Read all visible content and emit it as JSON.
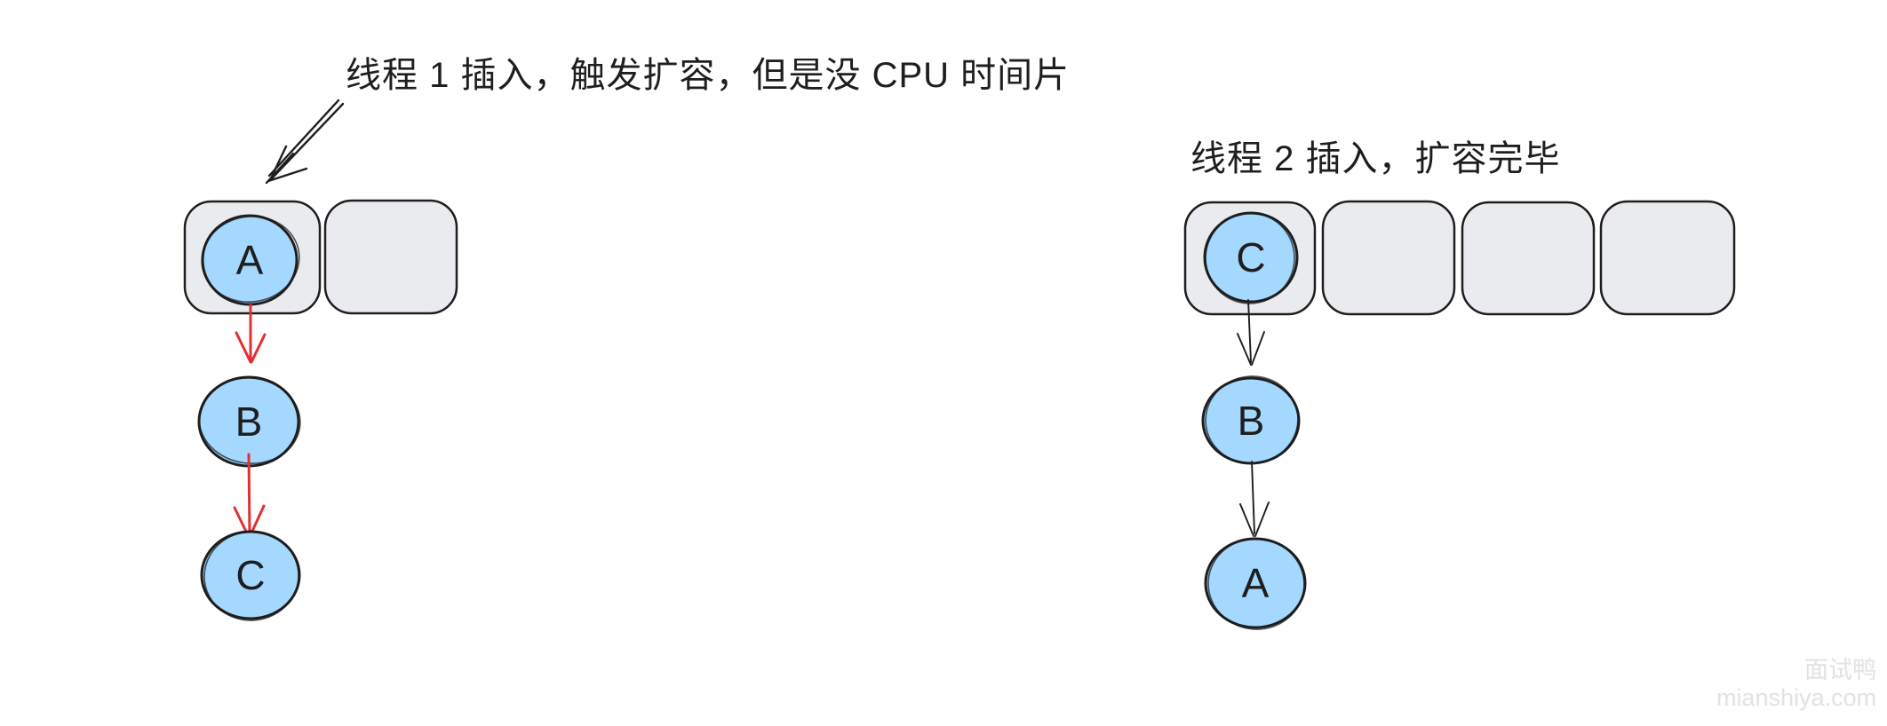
{
  "colors": {
    "ink": "#1e1e1e",
    "cell_fill": "#e9ebef",
    "node_fill": "#a5d8ff",
    "red_arrow": "#e03131",
    "watermark": "#e3e3e3"
  },
  "left": {
    "caption": "线程 1 插入，触发扩容，但是没 CPU 时间片",
    "bucket_count": 2,
    "chain": [
      "A",
      "B",
      "C"
    ]
  },
  "right": {
    "caption": "线程 2 插入，扩容完毕",
    "bucket_count": 4,
    "chain": [
      "C",
      "B",
      "A"
    ]
  },
  "watermark": {
    "brand": "面试鸭",
    "domain": "mianshiya.com"
  }
}
